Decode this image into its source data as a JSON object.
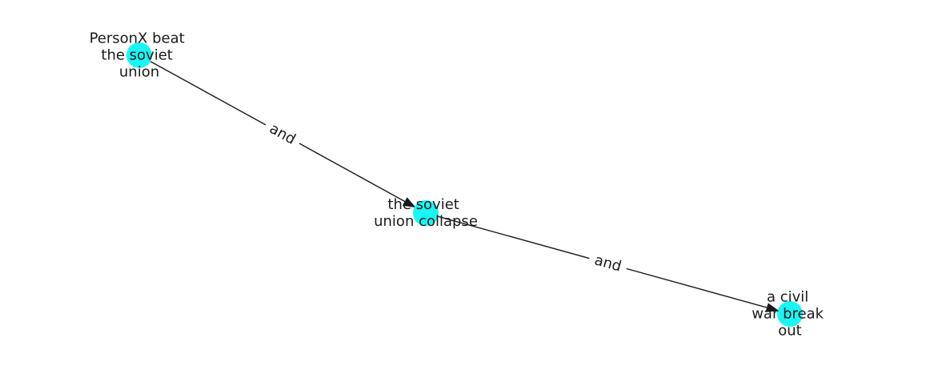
{
  "diagram": {
    "nodes": [
      {
        "id": "n1",
        "lines": [
          "PersonX beat",
          "the soviet",
          "union"
        ]
      },
      {
        "id": "n2",
        "lines": [
          "the soviet",
          "union collapse"
        ]
      },
      {
        "id": "n3",
        "lines": [
          "a civil",
          "war break",
          "out"
        ]
      }
    ],
    "edges": [
      {
        "from": "n1",
        "to": "n2",
        "label": "and"
      },
      {
        "from": "n2",
        "to": "n3",
        "label": "and"
      }
    ],
    "colors": {
      "node_fill": "#19f5f5",
      "edge": "#1a1a1a",
      "text": "#1a1a1a"
    }
  }
}
